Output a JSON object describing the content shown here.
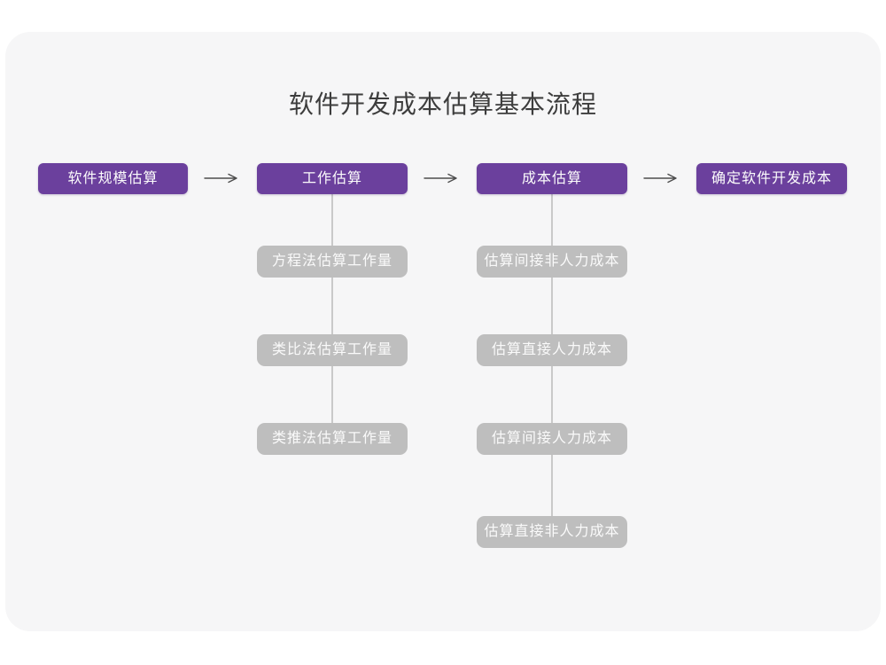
{
  "title": "软件开发成本估算基本流程",
  "colors": {
    "page_bg": "#ffffff",
    "card_bg": "#f6f6f7",
    "node_primary": "#6b409d",
    "node_secondary": "#bebebe",
    "node_text": "#ffffff",
    "connector_line": "#c9c9c9",
    "arrow": "#4d4d4d",
    "title_text": "#3d3d3d"
  },
  "flow": {
    "main_steps": [
      "软件规模估算",
      "工作估算",
      "成本估算",
      "确定软件开发成本"
    ],
    "work_estimation_methods": [
      "方程法估算工作量",
      "类比法估算工作量",
      "类推法估算工作量"
    ],
    "cost_estimation_steps": [
      "估算间接非人力成本",
      "估算直接人力成本",
      "估算间接人力成本",
      "估算直接非人力成本"
    ]
  }
}
